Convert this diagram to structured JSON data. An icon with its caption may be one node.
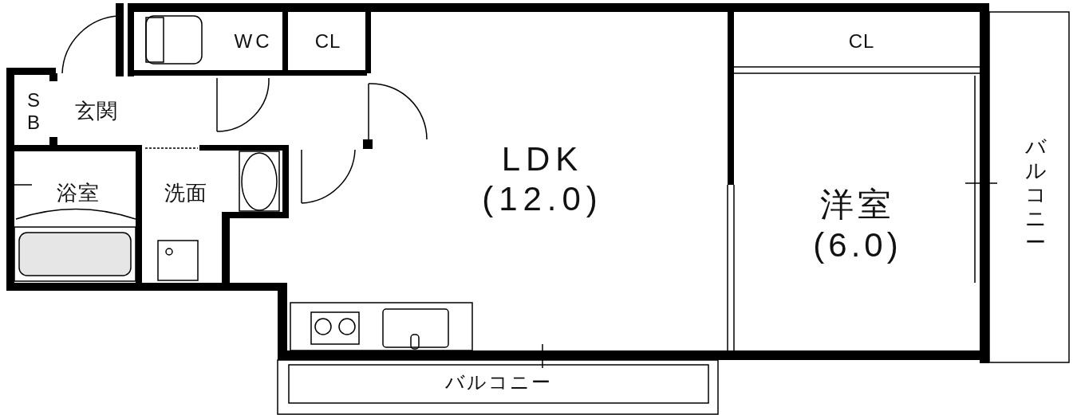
{
  "diagram": {
    "nodes": [
      {
        "text": [
          "WC"
        ]
      },
      {
        "text": [
          "CL"
        ]
      },
      {
        "text": [
          "SB"
        ]
      },
      {
        "text": [
          "玄関"
        ]
      },
      {
        "text": [
          "浴室"
        ]
      },
      {
        "text": [
          "洗面"
        ]
      },
      {
        "text": [
          "LDK",
          "(12.0)"
        ]
      },
      {
        "text": [
          "CL"
        ]
      },
      {
        "text": [
          "洋室",
          "(6.0)"
        ]
      },
      {
        "text": [
          "バルコニー"
        ]
      },
      {
        "text": [
          "バルコニー"
        ]
      }
    ]
  }
}
